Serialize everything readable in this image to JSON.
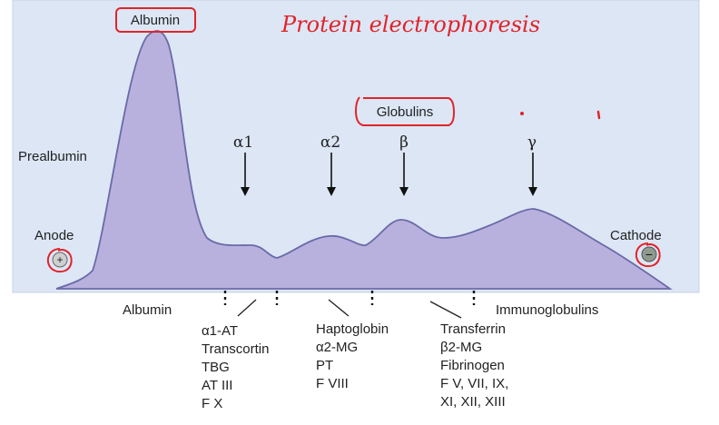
{
  "diagram": {
    "handwritten_title": "Protein electrophoresis",
    "peak_labels": {
      "albumin": "Albumin",
      "prealbumin": "Prealbumin",
      "globulins": "Globulins",
      "alpha1": "α1",
      "alpha2": "α2",
      "beta": "β",
      "gamma": "γ"
    },
    "electrodes": {
      "anode": "Anode",
      "cathode": "Cathode",
      "anode_sign": "+",
      "cathode_sign": "−"
    },
    "fractions": {
      "albumin": "Albumin",
      "alpha1": [
        "α1-AT",
        "Transcortin",
        "TBG",
        "AT III",
        "F X"
      ],
      "alpha2": [
        "Haptoglobin",
        "α2-MG",
        "PT",
        "F VIII"
      ],
      "beta": [
        "Transferrin",
        "β2-MG",
        "Fibrinogen",
        "F V, VII, IX,",
        "XI, XII, XIII"
      ],
      "gamma": "Immunoglobulins"
    },
    "colors": {
      "panel": "#dce6f5",
      "curve_fill": "#b8b1de",
      "curve_stroke": "#6a6aa8",
      "annotation": "#e0242a"
    }
  }
}
